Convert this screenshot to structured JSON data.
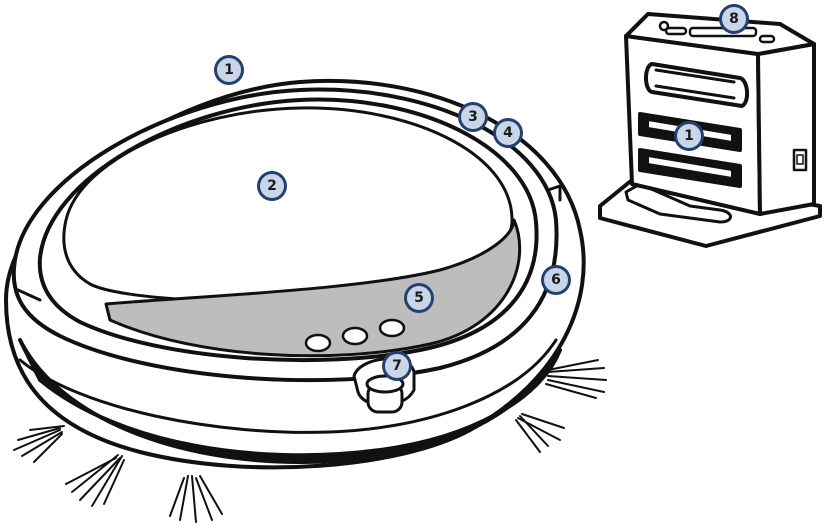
{
  "colors": {
    "outline": "#111111",
    "top_panel": "#bdbdbd",
    "callout_fill": "#5a7fb5",
    "callout_ring": "#24406e",
    "callout_inner": "#c9d6ea",
    "background": "#ffffff"
  },
  "callouts": {
    "c1_robot": "1",
    "c2": "2",
    "c3": "3",
    "c4": "4",
    "c5": "5",
    "c6": "6",
    "c7": "7",
    "c8": "8",
    "c1_dock": "1"
  }
}
